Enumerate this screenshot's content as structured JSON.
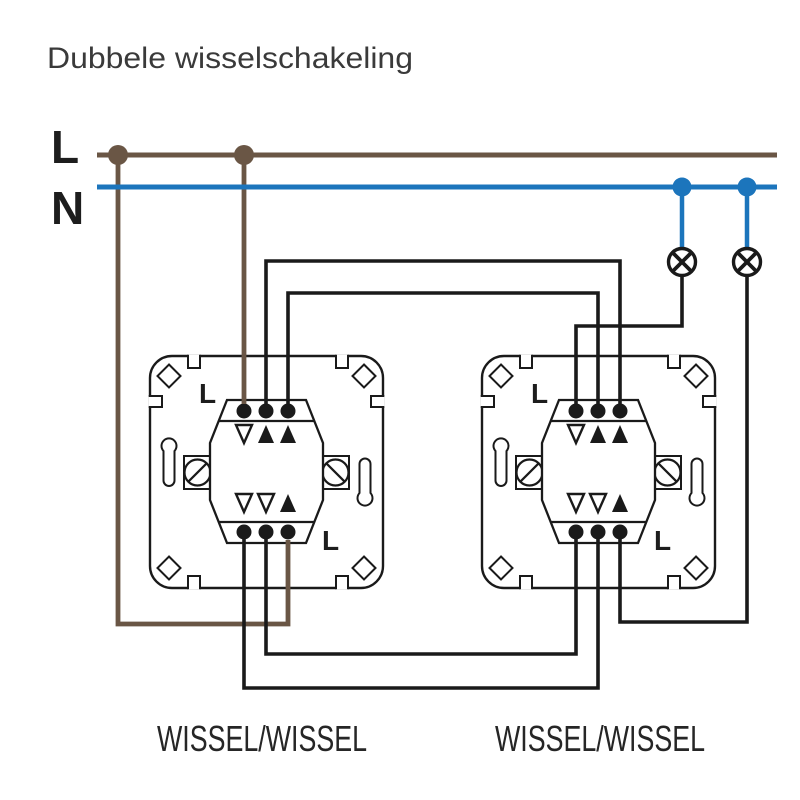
{
  "title": "Dubbele wisselschakeling",
  "colors": {
    "live_brown": "#6a5645",
    "neutral_blue": "#1c75bc",
    "wire_black": "#1a1a1a",
    "text_dark": "#303030",
    "bg": "#ffffff"
  },
  "bus": {
    "live_label": "L",
    "neutral_label": "N"
  },
  "switches": [
    {
      "id": "switch-1",
      "caption": "WISSEL/WISSEL",
      "top_label": "L",
      "bottom_label": "L"
    },
    {
      "id": "switch-2",
      "caption": "WISSEL/WISSEL",
      "top_label": "L",
      "bottom_label": "L"
    }
  ],
  "lamps": [
    {
      "id": "lamp-1"
    },
    {
      "id": "lamp-2"
    }
  ]
}
